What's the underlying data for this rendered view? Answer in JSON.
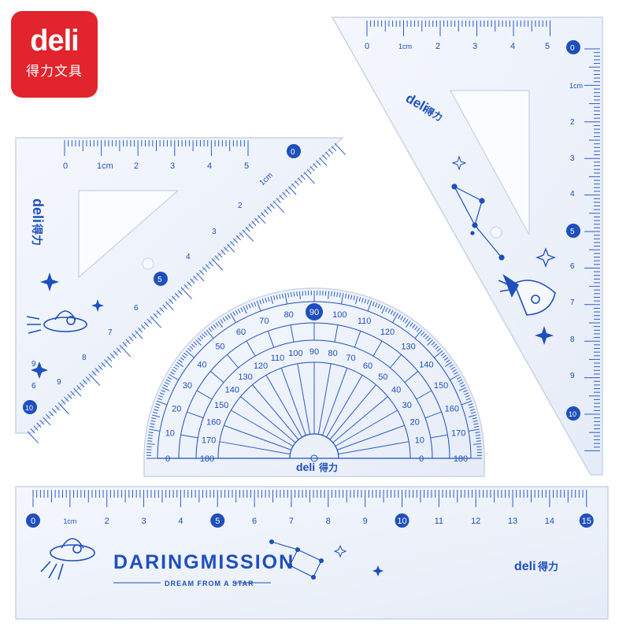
{
  "brand": {
    "name": "deli",
    "subtitle": "得力文具"
  },
  "marks": {
    "logo": "deli",
    "logo_cn": "得力",
    "unit": "cm"
  },
  "left_triangle": {
    "top_scale": [
      "0",
      "1cm",
      "2",
      "3",
      "4",
      "5"
    ],
    "diag_scale": [
      "0",
      "1cm",
      "2",
      "3",
      "4",
      "5",
      "6",
      "7",
      "8",
      "9",
      "10"
    ],
    "left_scale": [
      "6",
      "9"
    ]
  },
  "right_triangle": {
    "top_scale": [
      "0",
      "1cm",
      "2",
      "3",
      "4",
      "5"
    ],
    "right_scale": [
      "0",
      "1cm",
      "2",
      "3",
      "4",
      "5",
      "6",
      "7",
      "8",
      "9",
      "10"
    ]
  },
  "protractor": {
    "outer": [
      "0",
      "10",
      "20",
      "30",
      "40",
      "50",
      "60",
      "70",
      "80",
      "90",
      "100",
      "110",
      "120",
      "130",
      "140",
      "150",
      "160",
      "170",
      "180"
    ],
    "inner": [
      "180",
      "170",
      "160",
      "150",
      "140",
      "130",
      "120",
      "110",
      "100",
      "90",
      "80",
      "70",
      "60",
      "50",
      "40",
      "30",
      "20",
      "10",
      "0"
    ]
  },
  "ruler": {
    "scale": [
      "0",
      "1cm",
      "2",
      "3",
      "4",
      "5",
      "6",
      "7",
      "8",
      "9",
      "10",
      "11",
      "12",
      "13",
      "14",
      "15"
    ],
    "title": "DARINGMISSION",
    "tagline": "DREAM FROM A STAR"
  },
  "colors": {
    "ink": "#1d4fbd",
    "badge": "#e1242d"
  }
}
